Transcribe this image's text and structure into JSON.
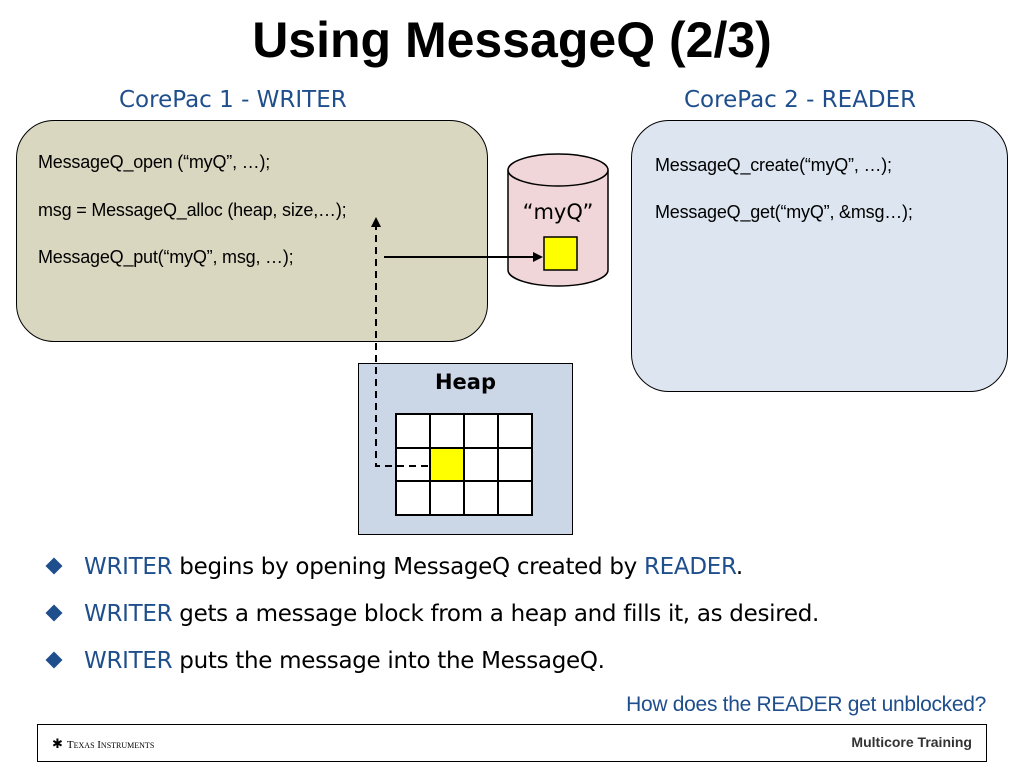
{
  "slide": {
    "title": "Using MessageQ (2/3)"
  },
  "writer": {
    "title": "CorePac 1 - WRITER",
    "lines": [
      "MessageQ_open (“myQ”, …);",
      "msg = MessageQ_alloc (heap, size,…);",
      "MessageQ_put(“myQ”, msg, …);"
    ]
  },
  "reader": {
    "title": "CorePac 2 - READER",
    "lines": [
      "MessageQ_create(“myQ”, …);",
      "MessageQ_get(“myQ”, &msg…);"
    ]
  },
  "queue": {
    "label": "“myQ”"
  },
  "heap": {
    "label": "Heap",
    "rows": 3,
    "cols": 4,
    "used_cell": {
      "row": 2,
      "col": 2
    }
  },
  "bullets": [
    {
      "parts": [
        {
          "text": "WRITER",
          "accent": true
        },
        {
          "text": " begins by opening MessageQ created by ",
          "accent": false
        },
        {
          "text": "READER",
          "accent": true
        },
        {
          "text": ".",
          "accent": false
        }
      ]
    },
    {
      "parts": [
        {
          "text": "WRITER",
          "accent": true
        },
        {
          "text": " gets a message block from a heap and fills it, as desired.",
          "accent": false
        }
      ]
    },
    {
      "parts": [
        {
          "text": "WRITER",
          "accent": true
        },
        {
          "text": " puts the message into the MessageQ.",
          "accent": false
        }
      ]
    }
  ],
  "question": "How does the READER get unblocked?",
  "footer": {
    "logo_text": "Texas Instruments",
    "right_text": "Multicore Training"
  },
  "colors": {
    "accent": "#1f4e8c",
    "writer_panel": "#dad7c0",
    "reader_panel": "#dce5f0",
    "heap_box": "#cbd6e7",
    "queue_fill": "#f0d6d8",
    "message_block": "#ffff00"
  }
}
